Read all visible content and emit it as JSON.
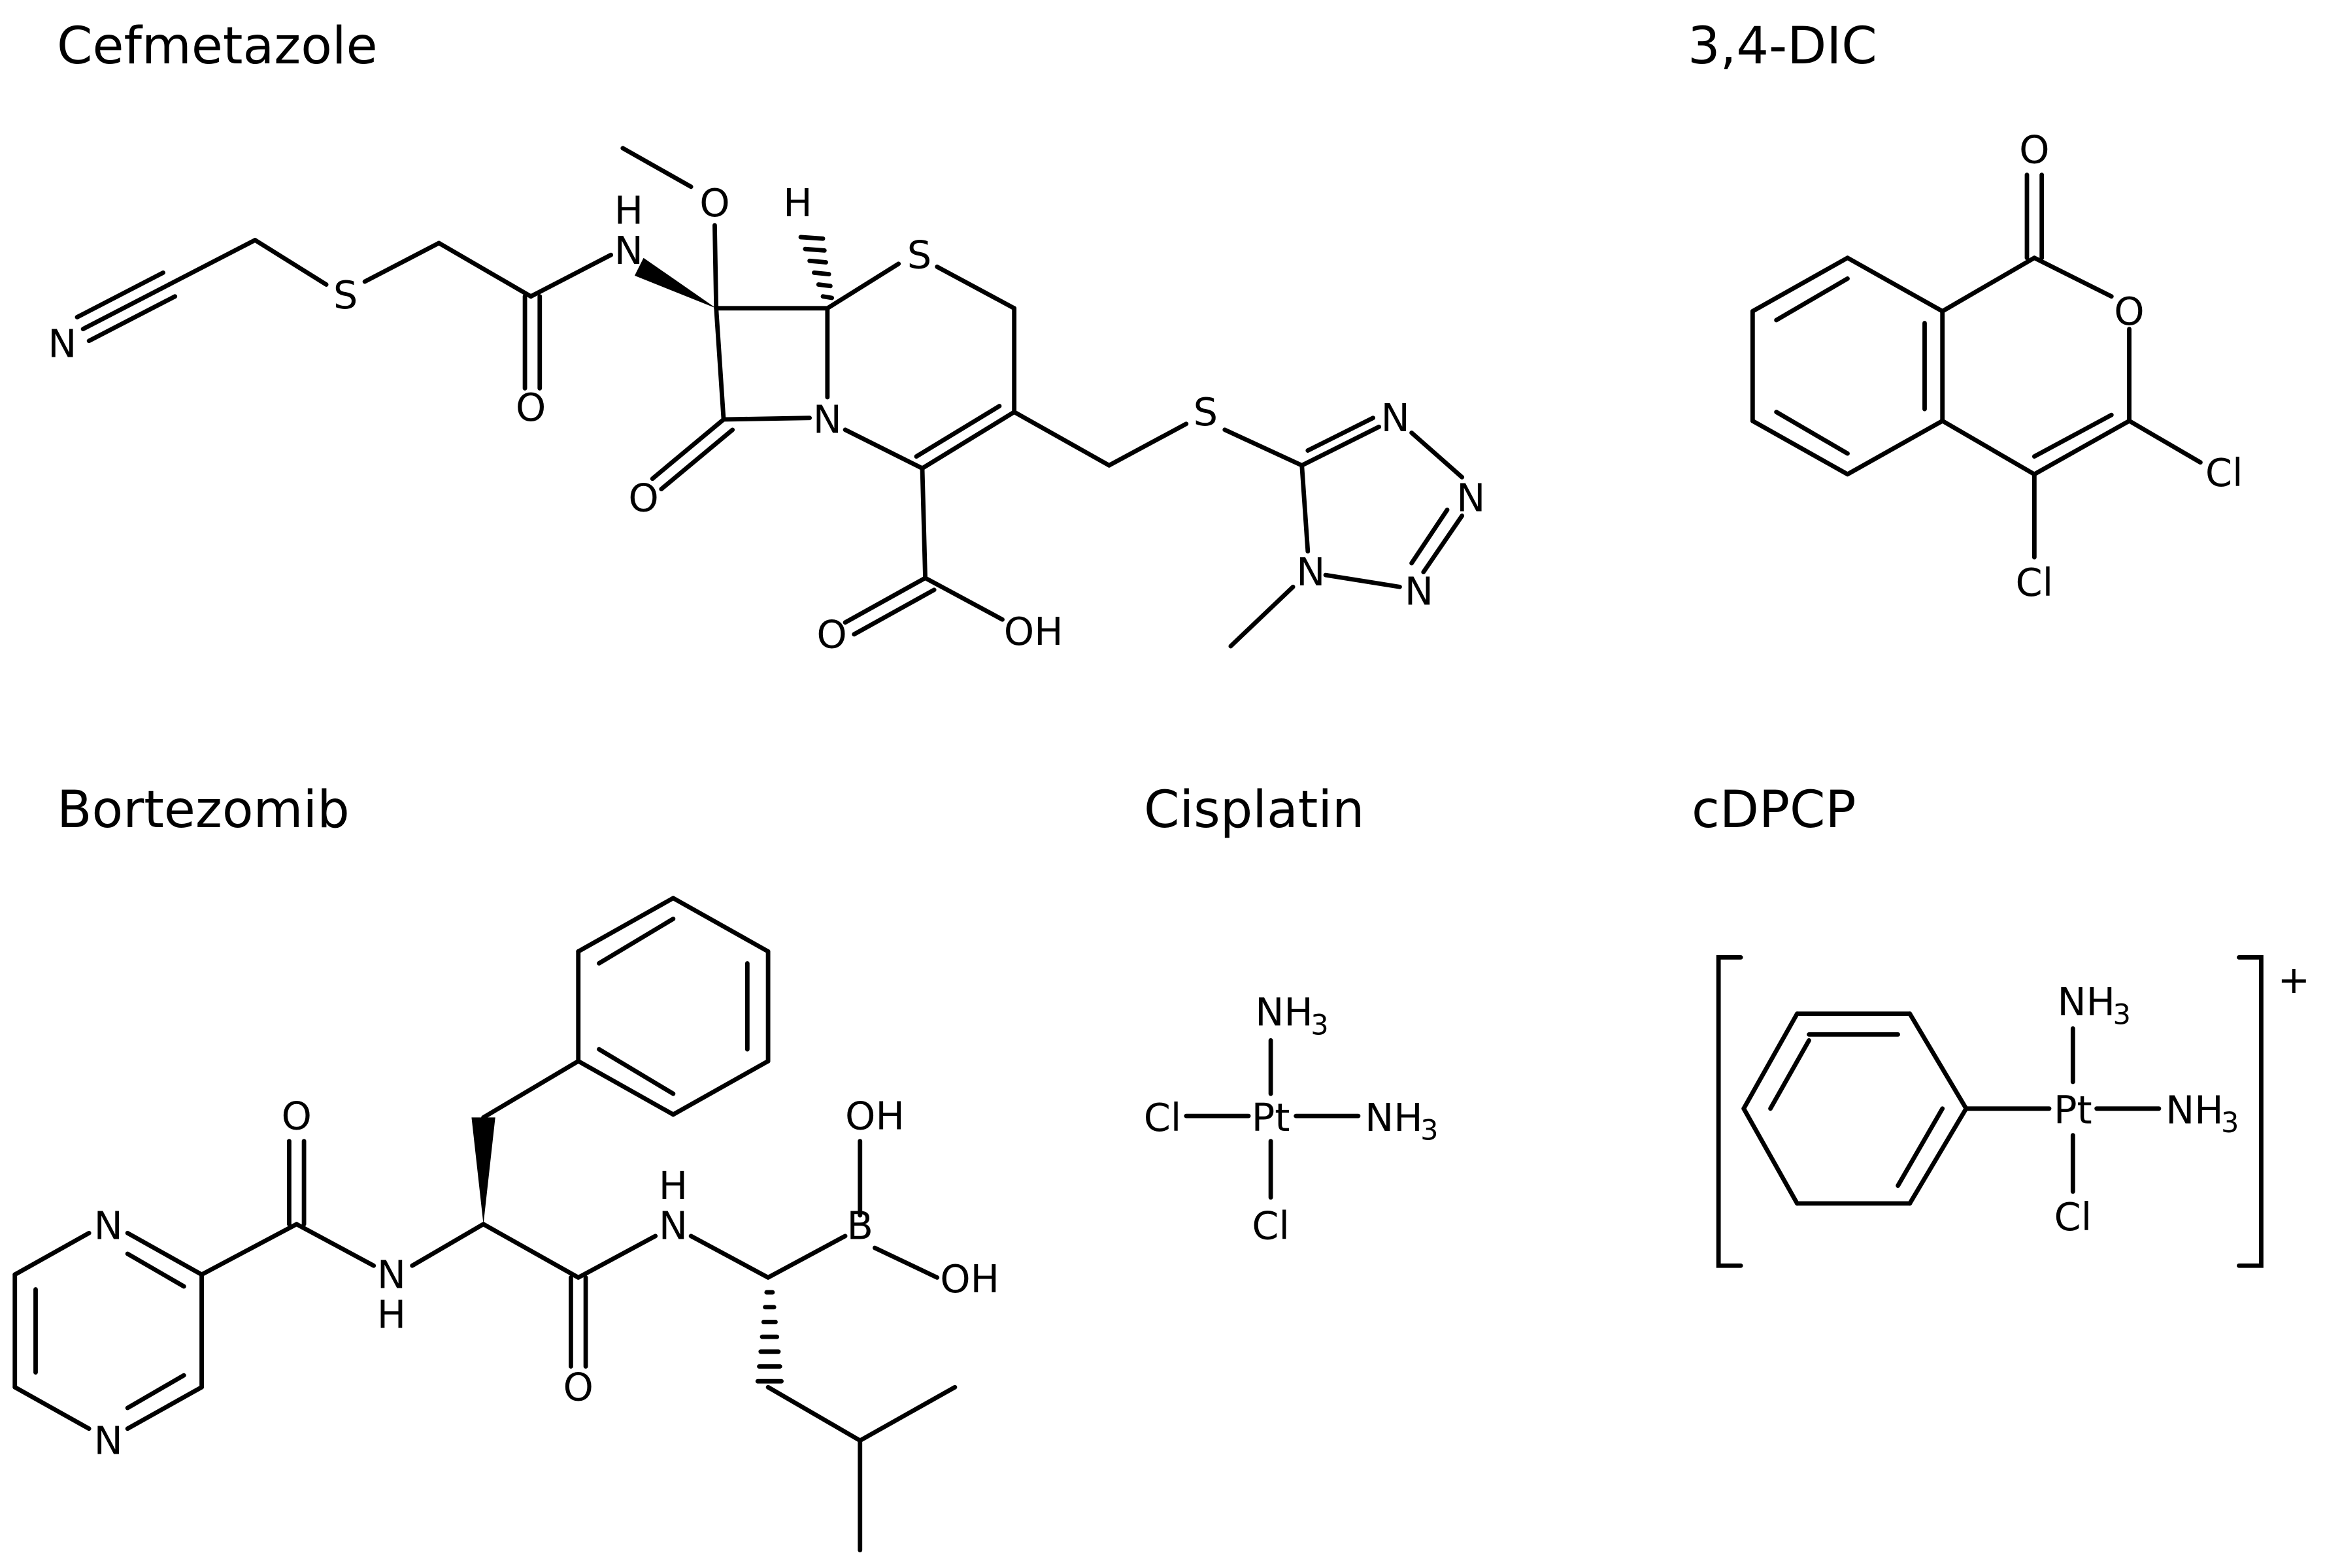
{
  "titles": {
    "cefmetazole": "Cefmetazole",
    "dic": "3,4-DIC",
    "bortezomib": "Bortezomib",
    "cisplatin": "Cisplatin",
    "cdpcp": "cDPCP"
  },
  "atoms": {
    "cef_N_nitrile": "N",
    "cef_S1": "S",
    "cef_O_amide": "O",
    "cef_NH_N": "N",
    "cef_NH_H": "H",
    "cef_O_methoxy": "O",
    "cef_H_stereo": "H",
    "cef_S_ring": "S",
    "cef_N_ring": "N",
    "cef_O_lactam": "O",
    "cef_O_acid": "O",
    "cef_OH_acid": "OH",
    "cef_S_link": "S",
    "cef_tz_N1": "N",
    "cef_tz_N2": "N",
    "cef_tz_N3": "N",
    "cef_tz_N4": "N",
    "dic_O_carbonyl": "O",
    "dic_O_ring": "O",
    "dic_Cl_3": "Cl",
    "dic_Cl_4": "Cl",
    "bor_N_pyr1": "N",
    "bor_N_pyr2": "N",
    "bor_O1": "O",
    "bor_NH1_N": "N",
    "bor_NH1_H": "H",
    "bor_O2": "O",
    "bor_NH2_N": "N",
    "bor_NH2_H": "H",
    "bor_B": "B",
    "bor_OH1": "OH",
    "bor_OH2": "OH",
    "cis_NH3_top_main": "NH",
    "cis_NH3_top_sub": "3",
    "cis_Cl_left": "Cl",
    "cis_Pt": "Pt",
    "cis_NH3_right_main": "NH",
    "cis_NH3_right_sub": "3",
    "cis_Cl_bottom": "Cl",
    "dpc_NH3_top_main": "NH",
    "dpc_NH3_top_sub": "3",
    "dpc_Pt": "Pt",
    "dpc_NH3_right_main": "NH",
    "dpc_NH3_right_sub": "3",
    "dpc_Cl": "Cl",
    "dpc_charge": "+"
  }
}
